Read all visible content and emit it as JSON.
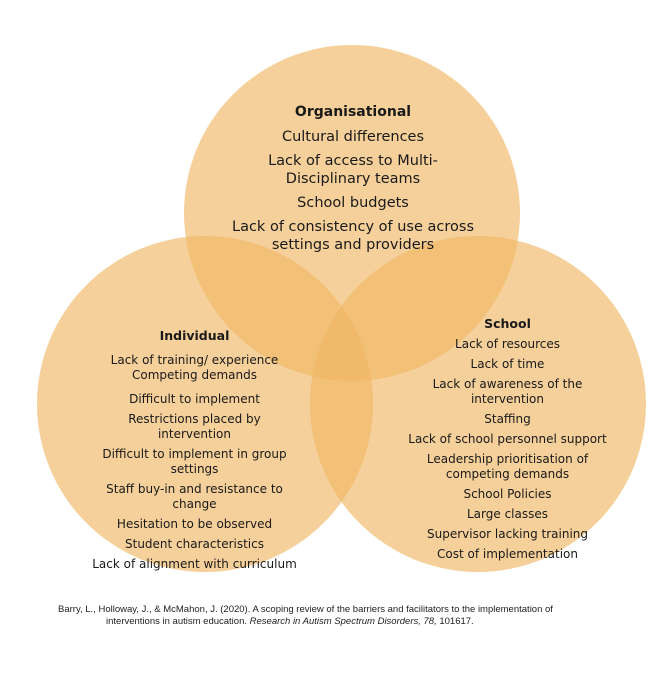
{
  "organisational": {
    "heading": "Organisational",
    "items": [
      "Cultural differences",
      "Lack of access to Multi-Disciplinary teams",
      "School budgets",
      "Lack of consistency of use across settings and providers"
    ]
  },
  "individual": {
    "heading": "Individual",
    "items": [
      "Lack of training/ experience",
      "Competing demands",
      "Difficult to implement",
      "Restrictions placed by intervention",
      "Difficult to implement in group settings",
      "Staff buy-in and resistance to change",
      "Hesitation to be observed",
      "Student characteristics",
      "Lack of alignment with curriculum"
    ]
  },
  "school": {
    "heading": "School",
    "items": [
      "Lack of resources",
      "Lack of time",
      "Lack of awareness of the intervention",
      "Staffing",
      "Lack of school personnel support",
      "Leadership prioritisation of competing demands",
      "School Policies",
      "Large classes",
      "Supervisor lacking training",
      "Cost of implementation"
    ]
  },
  "citation": {
    "authors": "Barry, L., Holloway, J., & McMahon, J. (2020). A scoping review of the barriers and facilitators to the implementation of",
    "title_rest": "interventions in autism education. ",
    "journal": "Research in Autism Spectrum Disorders, 78,",
    "article": " 101617."
  },
  "colors": {
    "circle_fill": "#F0B764"
  }
}
